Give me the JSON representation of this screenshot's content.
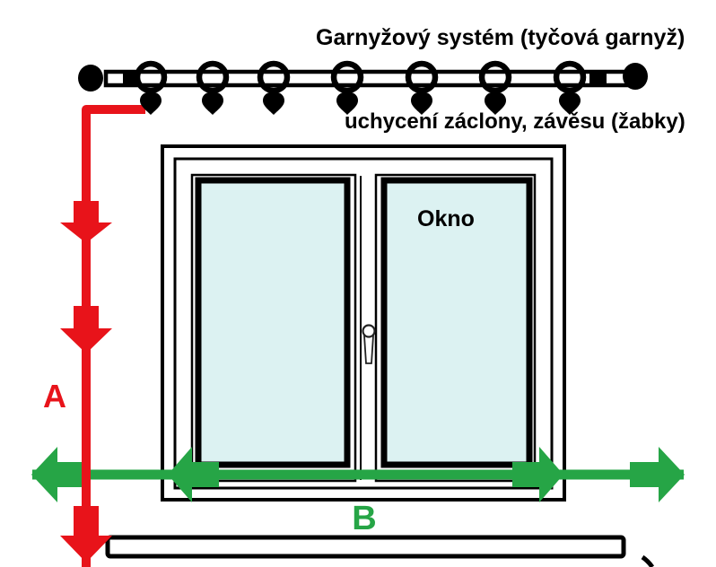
{
  "labels": {
    "rod_system": "Garnyžový systém (tyčová garnyž)",
    "attachment": "uchycení záclony, závěsu (žabky)",
    "window": "Okno",
    "dim_a": "A",
    "dim_b": "B"
  },
  "colors": {
    "dim_a": "#e8131a",
    "dim_b": "#26a546",
    "glass": "#dcf2f2",
    "outline": "#000000",
    "background": "#ffffff"
  },
  "diagram": {
    "type": "curtain-rod-measurement-diagram",
    "rings_count": 7,
    "brackets_count": 2,
    "window_panes": 2
  }
}
